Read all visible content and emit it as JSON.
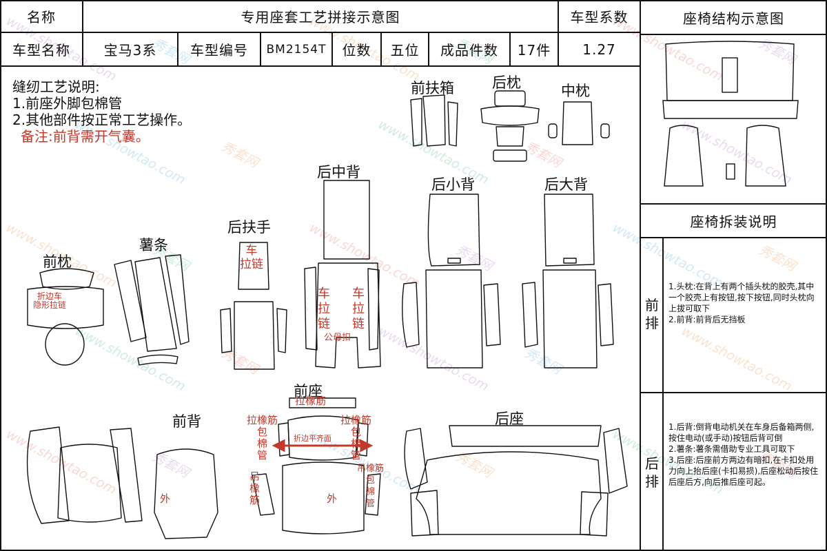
{
  "header": {
    "name_label": "名称",
    "title": "专用座套工艺拼接示意图",
    "coef_label": "车型系数",
    "structure_title": "座椅结构示意图"
  },
  "info": {
    "model_name_label": "车型名称",
    "model_name": "宝马3系",
    "model_code_label": "车型编号",
    "model_code": "BM2154T",
    "seats_label": "位数",
    "seats": "五位",
    "pieces_label": "成品件数",
    "pieces": "17件",
    "coef": "1.27"
  },
  "sewing": {
    "title": "缝纫工艺说明:",
    "line1": "1.前座外脚包棉管",
    "line2": "2.其他部件按正常工艺操作。",
    "remark": "备注:前背需开气囊。"
  },
  "parts": {
    "front_armrest": "前扶箱",
    "rear_pillow": "后枕",
    "middle_pillow": "中枕",
    "rear_middle_back": "后中背",
    "rear_small_back": "后小背",
    "rear_big_back": "后大背",
    "rear_armrest": "后扶手",
    "strip": "薯条",
    "front_pillow": "前枕",
    "front_seat": "前座",
    "front_back": "前背",
    "rear_seat": "后座"
  },
  "annotations": {
    "fold_edge": "折边车",
    "hidden_zipper": "隐形拉链",
    "car": "车",
    "zipper": "拉链",
    "car_left": "车",
    "zipper_left": "拉链",
    "car_right": "车",
    "zipper_right": "拉链",
    "snap": "公母扣",
    "elastic_top": "拉橡筋",
    "elastic_left": "拉橡筋",
    "wrap_left": "包",
    "cotton_left": "棉",
    "tube_left": "管",
    "elastic_right": "拉橡筋",
    "wrap_right": "包",
    "cotton_right": "棉",
    "tube_right": "管",
    "fold_flat": "折边平齐面",
    "hang_left": "吊",
    "hang_elastic": "橡",
    "hang_tendon": "筋",
    "elastic_right2": "吊橡筋",
    "wrap_right2": "包",
    "cotton_right2": "棉",
    "tube_right2": "管",
    "outer1": "外",
    "outer2": "外"
  },
  "disassembly": {
    "title": "座椅拆装说明",
    "front_label": "前排",
    "front_text": "1.头枕:在背上有两个插头枕的胶壳,其中一个胶壳上有按钮,按下按钮,同时头枕向上拔可取下\n2.前背:前背后无挡板",
    "rear_label": "后排",
    "rear_text": "1.后背:倒背电动机关在车身后备箱两侧,按住电动(或手动)按钮后背可倒\n2.薯条:薯条需借助专业工具可取下\n3.后座:后座前方两边有暗扣,在卡扣处用力向上抬后座(卡扣易损),后座松动后按住后座后方,向后推后座可起。"
  },
  "watermark": {
    "site": "www.showtao.com",
    "brand": "秀套网"
  },
  "colors": {
    "border": "#111111",
    "annotation_red": "#c0392b"
  }
}
